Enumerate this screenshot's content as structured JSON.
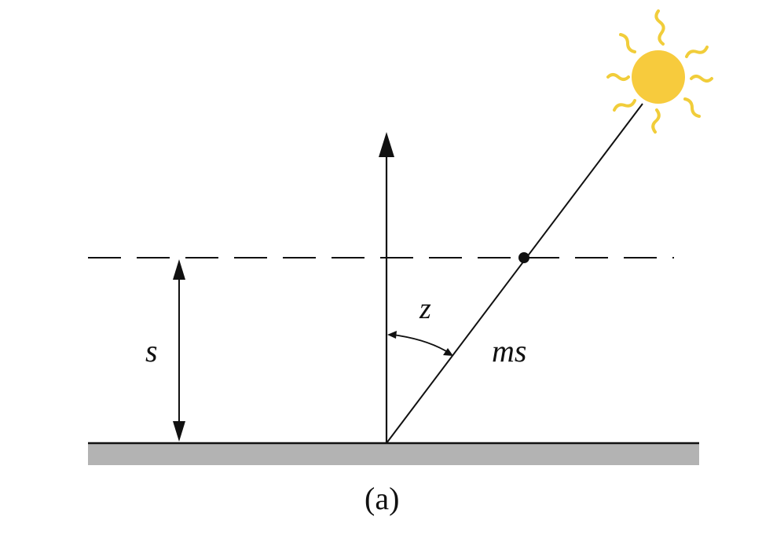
{
  "labels": {
    "height": "s",
    "zenith_angle": "z",
    "path_length": "ms",
    "caption": "(a)"
  },
  "colors": {
    "ground": "#b3b3b3",
    "sun": "#f7cb3d",
    "rays": "#f1cd3a",
    "ink": "#111111"
  },
  "icons": {
    "sun": "sun-icon"
  }
}
